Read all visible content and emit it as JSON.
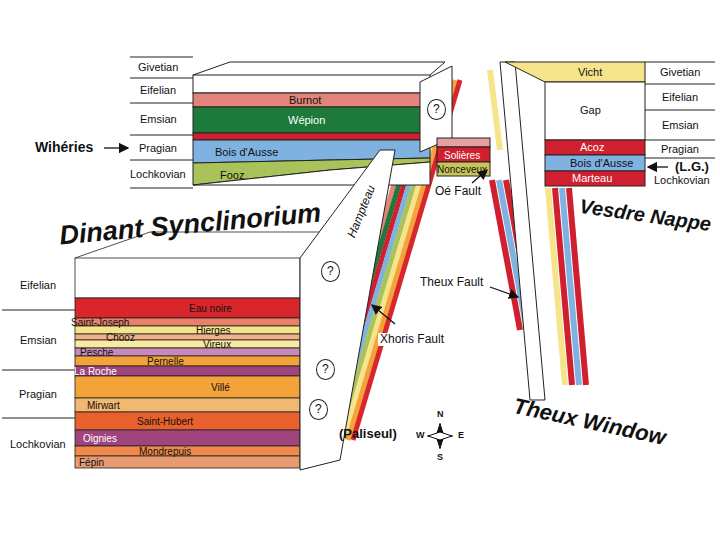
{
  "diagram": {
    "nodes": [
      {
        "text": [
          "Burnot"
        ]
      },
      {
        "text": [
          "Wépion"
        ]
      },
      {
        "text": [
          "Bois d'Ausse"
        ]
      },
      {
        "text": [
          "Fooz"
        ]
      },
      {
        "text": [
          "?"
        ]
      },
      {
        "text": [
          "Solières"
        ]
      },
      {
        "text": [
          "Nonceveux"
        ]
      },
      {
        "text": [
          "Vicht"
        ]
      },
      {
        "text": [
          "Gap"
        ]
      },
      {
        "text": [
          "Acoz"
        ]
      },
      {
        "text": [
          "Bois d'Ausse"
        ]
      },
      {
        "text": [
          "Marteau"
        ]
      },
      {
        "text": [
          "Eau noire"
        ]
      },
      {
        "text": [
          "Saint-Joseph"
        ]
      },
      {
        "text": [
          "Hierges"
        ]
      },
      {
        "text": [
          "Chooz"
        ]
      },
      {
        "text": [
          "Vireux"
        ]
      },
      {
        "text": [
          "Pesche"
        ]
      },
      {
        "text": [
          "Pernelle"
        ]
      },
      {
        "text": [
          "La Roche"
        ]
      },
      {
        "text": [
          "Villé"
        ]
      },
      {
        "text": [
          "Mirwart"
        ]
      },
      {
        "text": [
          "Saint-Hubert"
        ]
      },
      {
        "text": [
          "Oignies"
        ]
      },
      {
        "text": [
          "Mondrepuis"
        ]
      },
      {
        "text": [
          "Fépin"
        ]
      },
      {
        "text": [
          "?"
        ]
      },
      {
        "text": [
          "?"
        ]
      },
      {
        "text": [
          "?"
        ]
      }
    ],
    "labels": [
      "Givetian",
      "Eifelian",
      "Emsian",
      "Pragian",
      "Lochkovian",
      "Wihéries",
      "Givetian",
      "Eifelian",
      "Emsian",
      "Pragian",
      "Lochkovian",
      "(L.G.)",
      "Dinant Synclinorium",
      "Hampteau",
      "Oé Fault",
      "Vesdre Nappe",
      "Eifelian",
      "Emsian",
      "Pragian",
      "Lochkovian",
      "Theux Fault",
      "Xhoris Fault",
      "(Paliseul)",
      "N",
      "W",
      "E",
      "S",
      "Theux Window"
    ]
  }
}
